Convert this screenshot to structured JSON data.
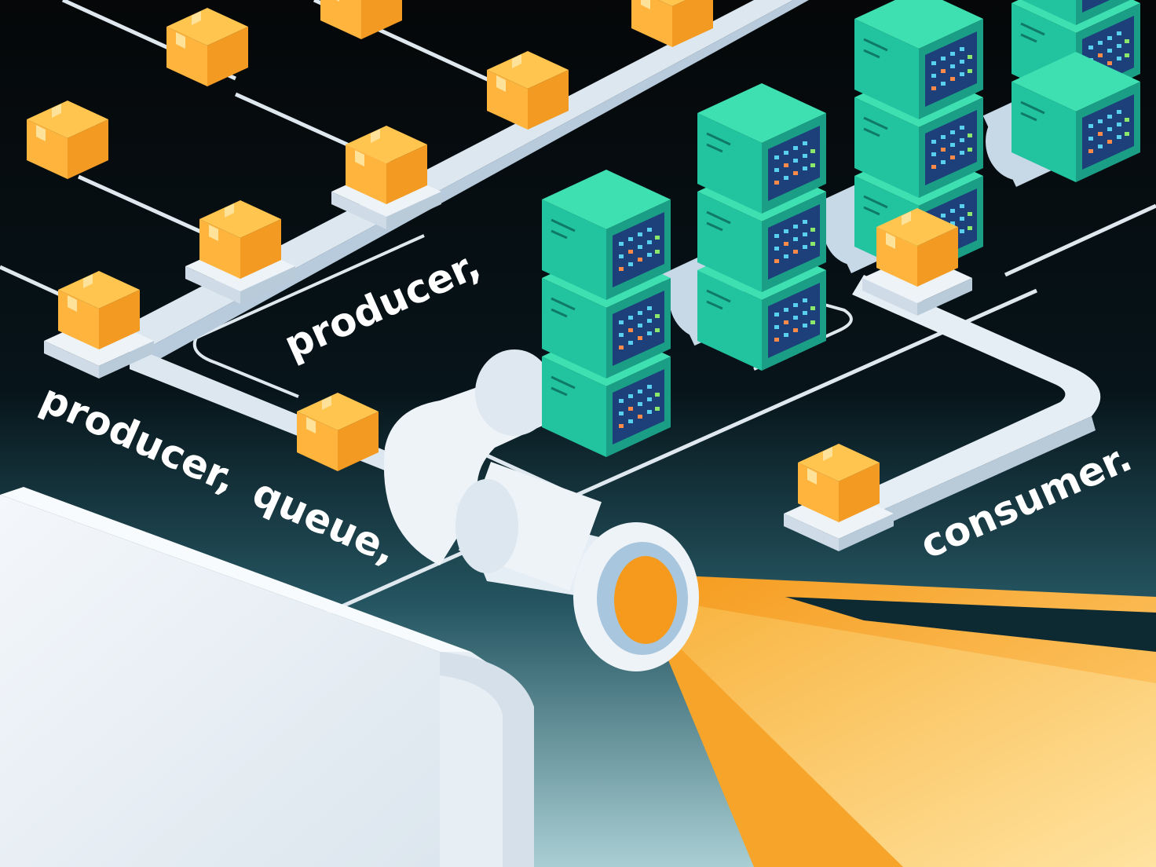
{
  "labels": {
    "producer_left": "producer,",
    "producer_center": "producer,",
    "queue": "queue,",
    "consumer": "consumer."
  },
  "colors": {
    "background_top": "#050708",
    "background_bottom": "#a9cfd4",
    "package_light": "#ffc04c",
    "package_dark": "#f09a25",
    "pipe": "#e6eef5",
    "pipe_shadow": "#a8c6de",
    "server_top": "#3ee0b2",
    "server_body": "#1fb79b",
    "server_panel": "#1d3f7a",
    "stream": "#f8a72b"
  },
  "icons": {
    "package": "package-icon",
    "server": "server-rack-icon"
  }
}
